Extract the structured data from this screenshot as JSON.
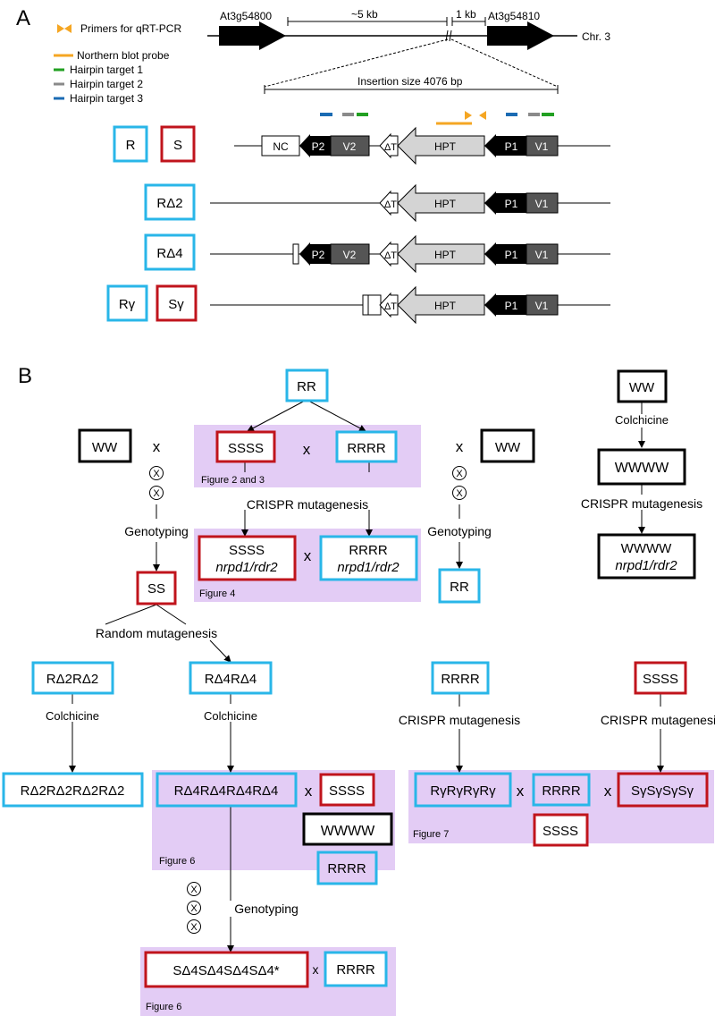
{
  "panel_a": {
    "label": "A",
    "legend": {
      "primers": "Primers for qRT-PCR",
      "northern": "Northern blot probe",
      "hairpin1": "Hairpin target 1",
      "hairpin2": "Hairpin target 2",
      "hairpin3": "Hairpin target 3"
    },
    "gene_left": "At3g54800",
    "gene_right": "At3g54810",
    "dist_5kb": "~5 kb",
    "dist_1kb": "1 kb",
    "chromosome": "Chr. 3",
    "insertion": "Insertion size 4076 bp",
    "segments": {
      "nc": "NC",
      "p2": "P2",
      "v2": "V2",
      "dt": "ΔT",
      "hpt": "HPT",
      "p1": "P1",
      "v1": "V1"
    },
    "rows": {
      "r": "R",
      "s": "S",
      "rd2": "RΔ2",
      "rd4": "RΔ4",
      "rg": "Rγ",
      "sg": "Sγ"
    },
    "colors": {
      "blue": "#29b6e8",
      "red": "#c0141c",
      "orange": "#f5a623",
      "green": "#22a022",
      "grey": "#8a8a8a",
      "hairpin_blue": "#1a6bb3",
      "purple_bg": "#e3ccf5"
    }
  },
  "panel_b": {
    "label": "B",
    "rr": "RR",
    "ssss": "SSSS",
    "rrrr": "RRRR",
    "ww": "WW",
    "cross_x": "x",
    "self_x": "X",
    "fig_2_3": "Figure 2 and 3",
    "crispr": "CRISPR mutagenesis",
    "mutant": "nrpd1/rdr2",
    "fig4": "Figure 4",
    "genotyping": "Genotyping",
    "ss": "SS",
    "colchicine": "Colchicine",
    "wwww": "WWWW",
    "random_mut": "Random mutagenesis",
    "rd2rd2": "RΔ2RΔ2",
    "rd4rd4": "RΔ4RΔ4",
    "rd2x4": "RΔ2RΔ2RΔ2RΔ2",
    "rd4x4": "RΔ4RΔ4RΔ4RΔ4",
    "fig6": "Figure 6",
    "rgx4": "RγRγRγRγ",
    "sgx4": "SγSγSγSγ",
    "fig7": "Figure 7",
    "sd4x4": "SΔ4SΔ4SΔ4SΔ4*"
  }
}
